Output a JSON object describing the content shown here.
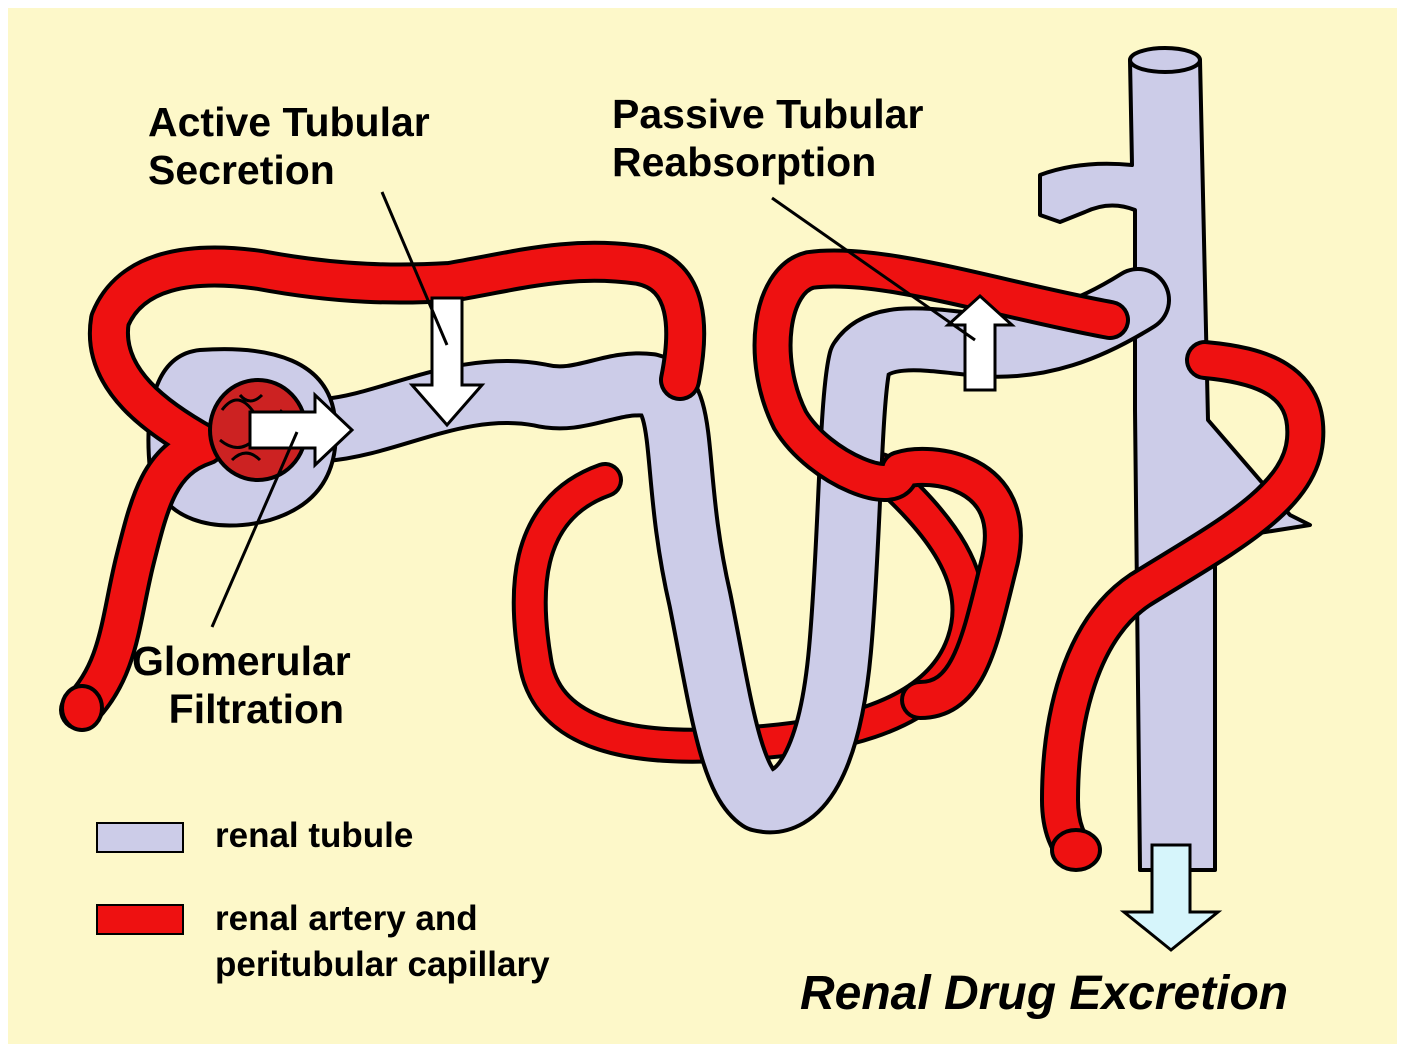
{
  "colors": {
    "background": "#fdf8c9",
    "tubule": "#cccce8",
    "artery": "#ee1111",
    "outline": "#000000",
    "flow_arrow": "#ffffff",
    "excretion_arrow": "#d6f5fb"
  },
  "labels": {
    "active_secretion": [
      "Active Tubular",
      "Secretion"
    ],
    "passive_reabsorption": [
      "Passive Tubular",
      "Reabsorption"
    ],
    "glomerular_filtration": [
      "Glomerular",
      "Filtration"
    ]
  },
  "legend": {
    "tubule": [
      "renal tubule"
    ],
    "artery": [
      "renal artery and",
      "peritubular capillary"
    ]
  },
  "title": "Renal Drug Excretion"
}
